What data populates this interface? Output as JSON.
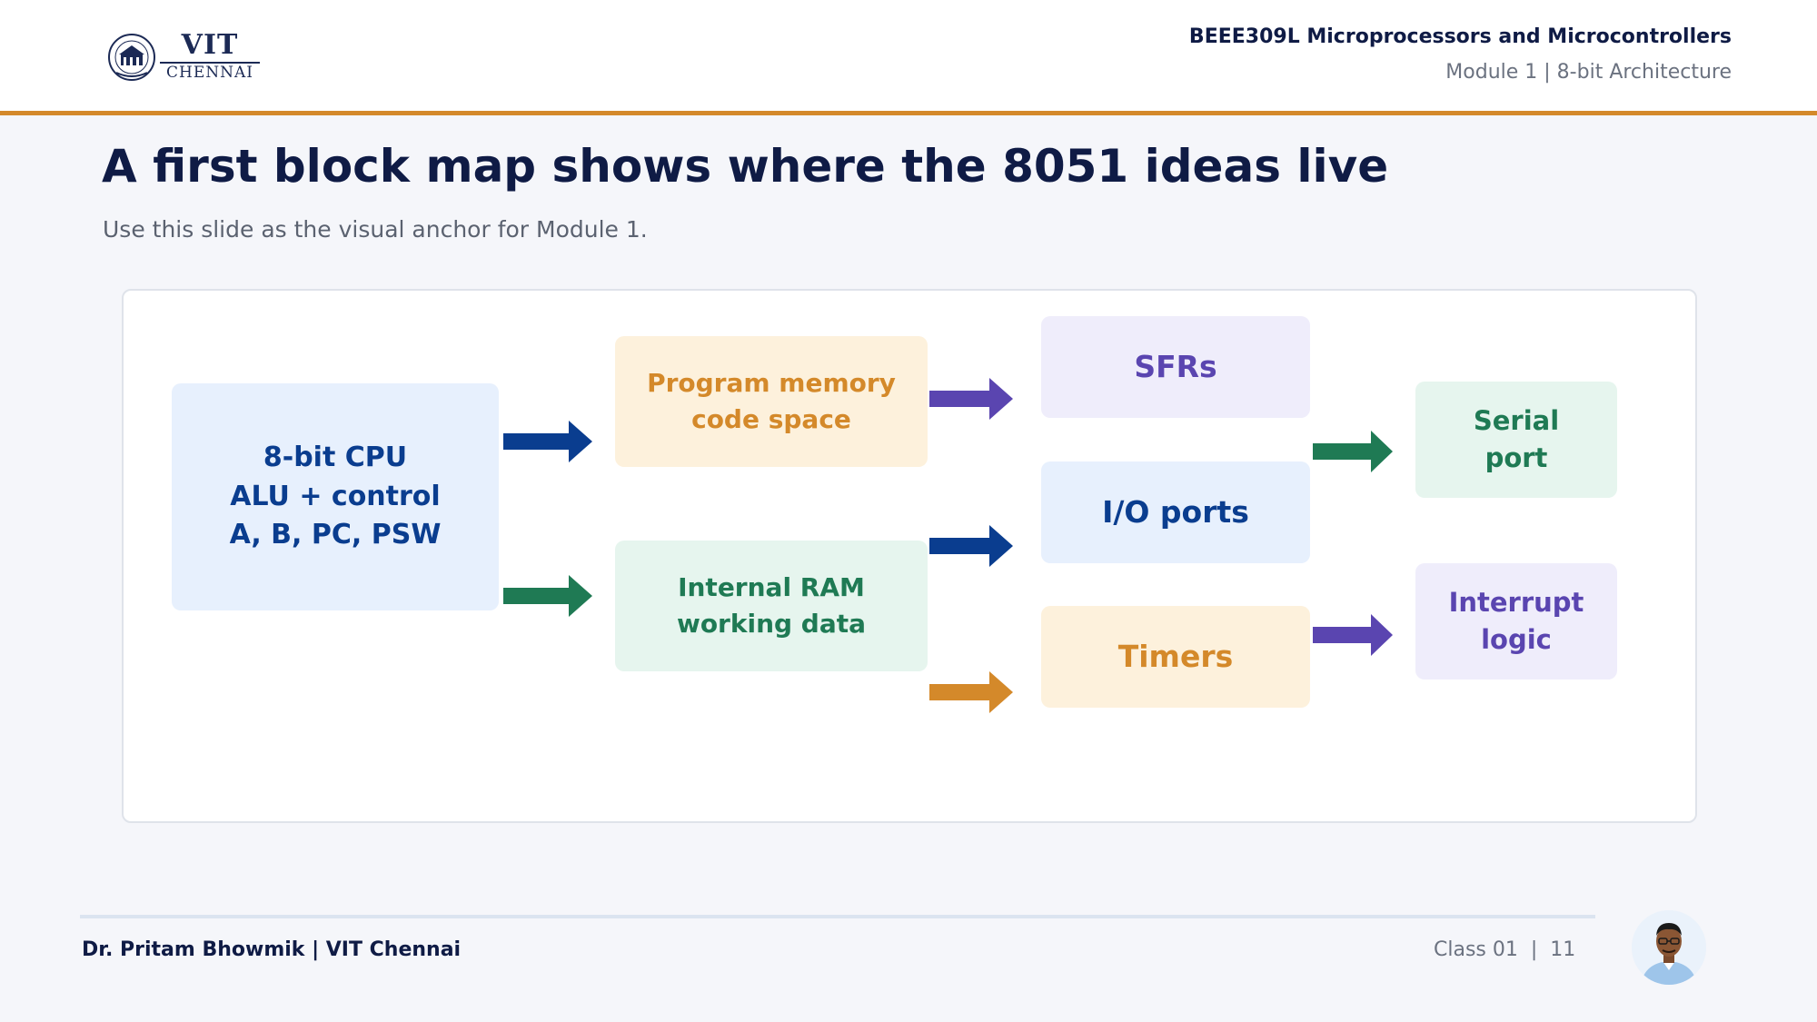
{
  "header": {
    "logo_name": "VIT",
    "logo_campus": "CHENNAI",
    "course_title": "BEEE309L Microprocessors and Microcontrollers",
    "module_label": "Module 1 | 8-bit Architecture",
    "accent_color": "#d4892a"
  },
  "slide": {
    "title": "A first block map shows where the 8051 ideas live",
    "subtitle": "Use this slide as the visual anchor for Module 1."
  },
  "diagram": {
    "blocks": {
      "cpu": "8-bit CPU\nALU + control\nA, B, PC, PSW",
      "program_memory": "Program memory\ncode space",
      "internal_ram": "Internal RAM\nworking data",
      "sfrs": "SFRs",
      "io_ports": "I/O ports",
      "timers": "Timers",
      "serial_port": "Serial\nport",
      "interrupt_logic": "Interrupt\nlogic"
    },
    "colors": {
      "blue": "#0a3d8f",
      "green": "#1f7a54",
      "orange": "#d4892a",
      "purple": "#5a45b0",
      "blue_bg": "#e7f0fd",
      "green_bg": "#e6f5ee",
      "orange_bg": "#fdf1dc",
      "purple_bg": "#efedfb"
    }
  },
  "footer": {
    "author": "Dr. Pritam Bhowmik | VIT Chennai",
    "class_label": "Class 01",
    "separator": "|",
    "page_number": "11"
  }
}
